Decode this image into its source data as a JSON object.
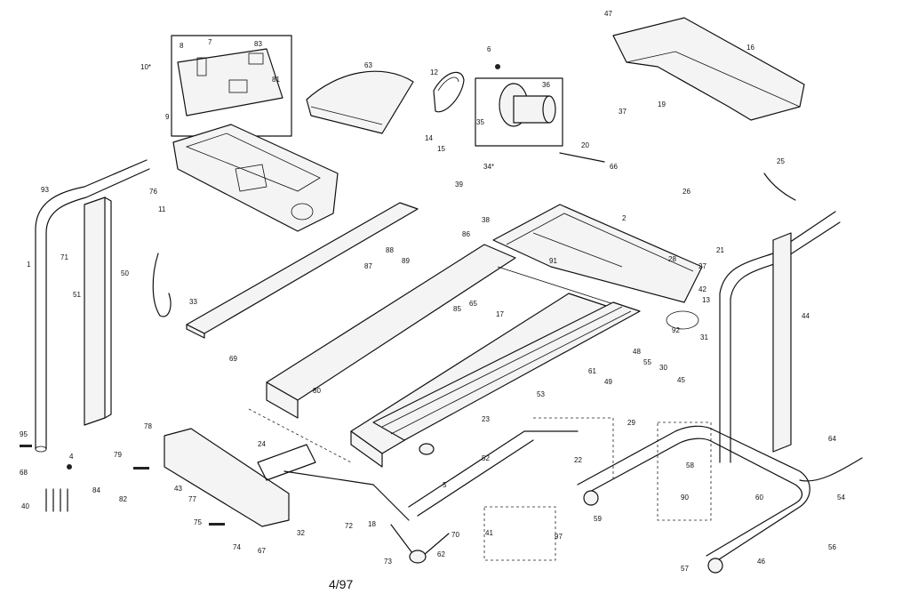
{
  "footer_text": "4/97",
  "part_labels": [
    "1",
    "2",
    "4",
    "5",
    "6",
    "7",
    "8",
    "9",
    "10*",
    "11",
    "12",
    "13",
    "14",
    "15",
    "16",
    "17",
    "18",
    "19",
    "20",
    "21",
    "22",
    "23",
    "24",
    "25",
    "26",
    "27",
    "28",
    "29",
    "30",
    "31",
    "32",
    "33",
    "34*",
    "35",
    "36",
    "37",
    "38",
    "39",
    "40",
    "41",
    "42",
    "43",
    "44",
    "45",
    "46",
    "47",
    "48",
    "49",
    "50",
    "51",
    "52",
    "53",
    "54",
    "55",
    "56",
    "57",
    "58",
    "59",
    "60",
    "61",
    "62",
    "63",
    "64",
    "65",
    "66",
    "67",
    "68",
    "69",
    "70",
    "71",
    "72",
    "73",
    "74",
    "75",
    "76",
    "77",
    "78",
    "79",
    "80",
    "81",
    "82",
    "83",
    "84",
    "85",
    "86",
    "87",
    "88",
    "89",
    "90",
    "91",
    "92",
    "93",
    "95",
    "97"
  ]
}
